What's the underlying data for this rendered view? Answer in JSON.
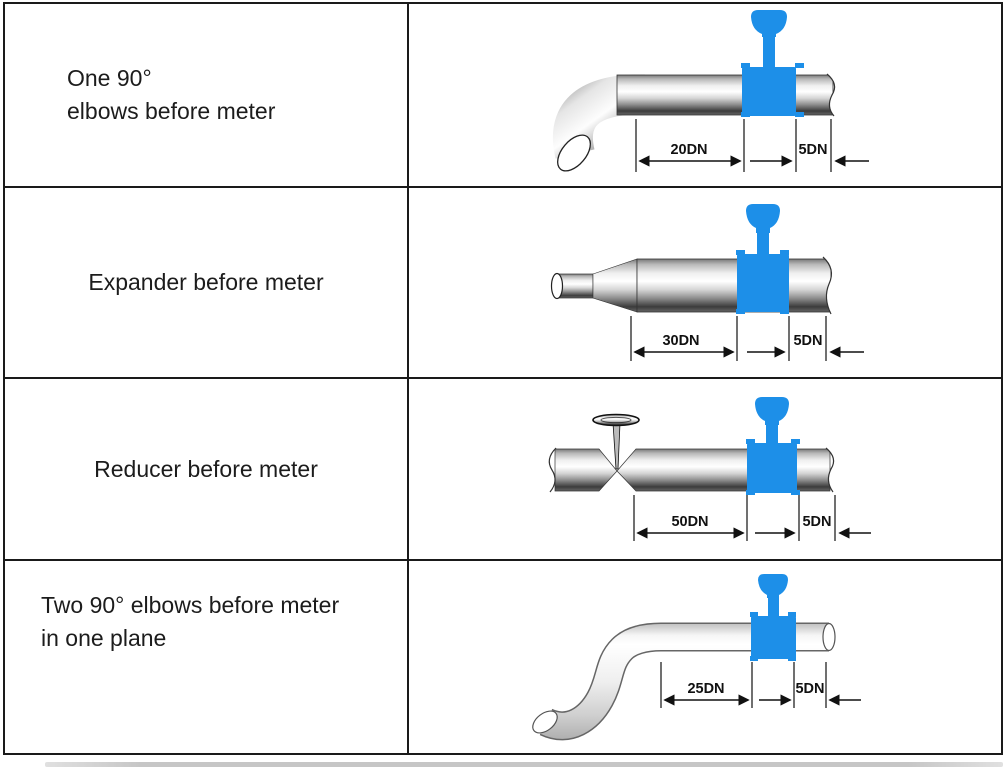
{
  "colors": {
    "meter_blue": "#1d8fe8",
    "pipe_outline": "#333333",
    "table_border": "#1a1a1a"
  },
  "table": {
    "rows": [
      {
        "id": "one-90-elbow",
        "label_lines": [
          "One 90°",
          "elbows before meter"
        ],
        "dims": {
          "upstream": "20DN",
          "downstream": "5DN"
        }
      },
      {
        "id": "expander",
        "label_lines": [
          "Expander before meter"
        ],
        "dims": {
          "upstream": "30DN",
          "downstream": "5DN"
        }
      },
      {
        "id": "reducer",
        "label_lines": [
          "Reducer before meter"
        ],
        "dims": {
          "upstream": "50DN",
          "downstream": "5DN"
        }
      },
      {
        "id": "two-90-elbows",
        "label_lines": [
          "Two 90° elbows before meter",
          "in one plane"
        ],
        "dims": {
          "upstream": "25DN",
          "downstream": "5DN"
        }
      }
    ]
  }
}
